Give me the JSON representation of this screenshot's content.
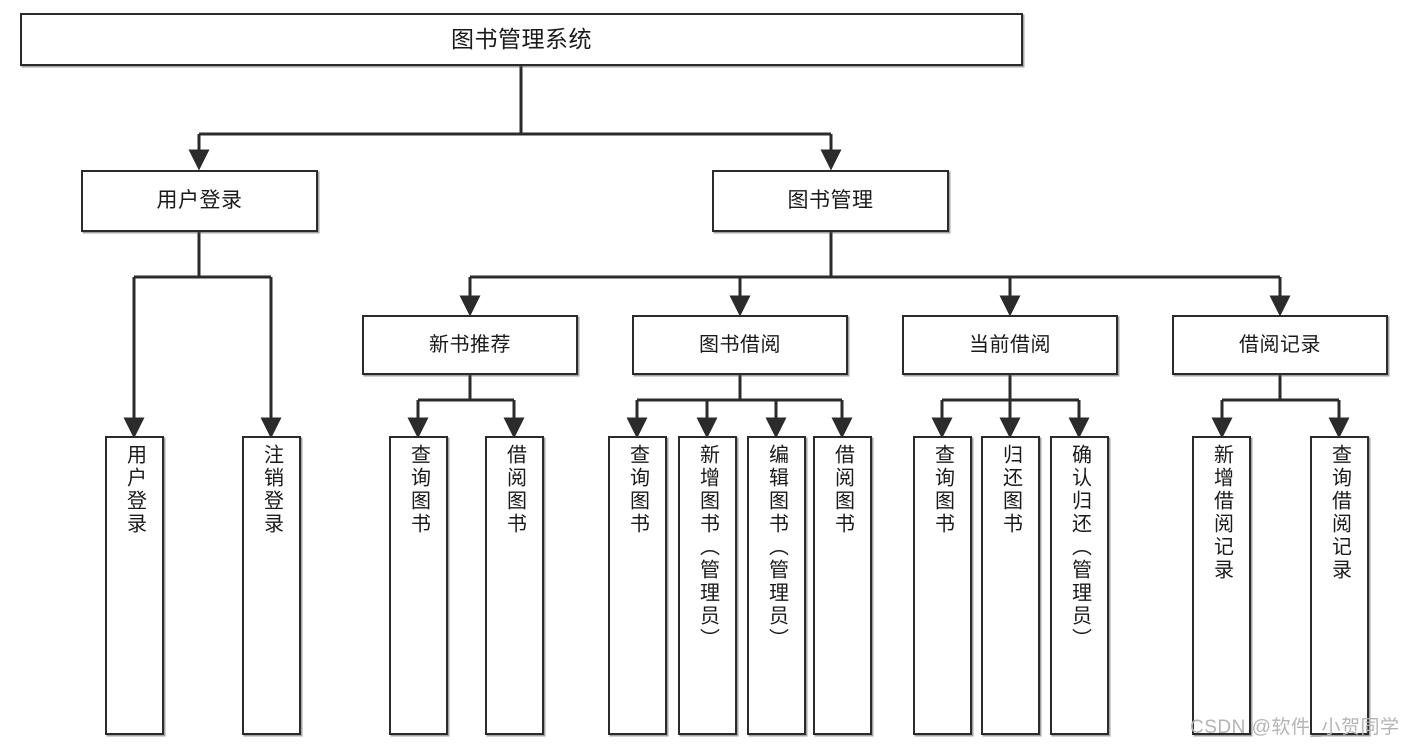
{
  "diagram": {
    "type": "tree-hierarchy",
    "title": "图书管理系统",
    "watermark": "CSDN @软件_小贺同学",
    "colors": {
      "box_border": "#2b2b2b",
      "box_fill": "#ffffff",
      "connector": "#2b2b2b",
      "text": "#1a1a1a",
      "watermark": "#b4b4b4",
      "background": "#ffffff"
    },
    "nodes": {
      "root": {
        "label": "图书管理系统"
      },
      "level1": [
        {
          "id": "user-login",
          "label": "用户登录"
        },
        {
          "id": "book-management",
          "label": "图书管理"
        }
      ],
      "level2": [
        {
          "id": "new-book-recommend",
          "label": "新书推荐",
          "parent": "book-management"
        },
        {
          "id": "book-borrow",
          "label": "图书借阅",
          "parent": "book-management"
        },
        {
          "id": "current-borrow",
          "label": "当前借阅",
          "parent": "book-management"
        },
        {
          "id": "borrow-record",
          "label": "借阅记录",
          "parent": "book-management"
        }
      ],
      "leaves": {
        "user-login": [
          {
            "id": "leaf-user-login",
            "label": "用户登录"
          },
          {
            "id": "leaf-logout",
            "label": "注销登录"
          }
        ],
        "new-book-recommend": [
          {
            "id": "leaf-query-book-1",
            "label": "查询图书"
          },
          {
            "id": "leaf-borrow-book-1",
            "label": "借阅图书"
          }
        ],
        "book-borrow": [
          {
            "id": "leaf-query-book-2",
            "label": "查询图书"
          },
          {
            "id": "leaf-add-book",
            "label": "新增图书（管理员）"
          },
          {
            "id": "leaf-edit-book",
            "label": "编辑图书（管理员）"
          },
          {
            "id": "leaf-borrow-book-2",
            "label": "借阅图书"
          }
        ],
        "current-borrow": [
          {
            "id": "leaf-query-book-3",
            "label": "查询图书"
          },
          {
            "id": "leaf-return-book",
            "label": "归还图书"
          },
          {
            "id": "leaf-confirm-return",
            "label": "确认归还（管理员）"
          }
        ],
        "borrow-record": [
          {
            "id": "leaf-add-record",
            "label": "新增借阅记录"
          },
          {
            "id": "leaf-query-record",
            "label": "查询借阅记录"
          }
        ]
      }
    }
  }
}
